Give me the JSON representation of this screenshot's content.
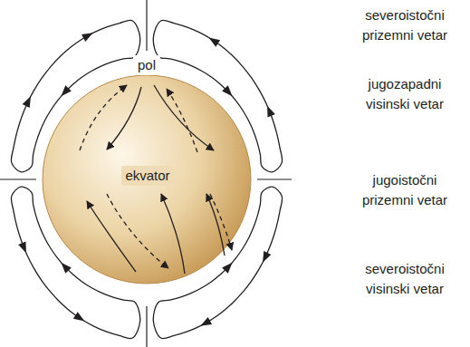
{
  "diagram": {
    "labels": [
      "pol",
      "ekvator",
      "severoistočni prizemni vetar",
      "jugozapadni visinski vetar",
      "jugoistočni prizemni vetar",
      "severoistočni visinski vetar"
    ]
  }
}
